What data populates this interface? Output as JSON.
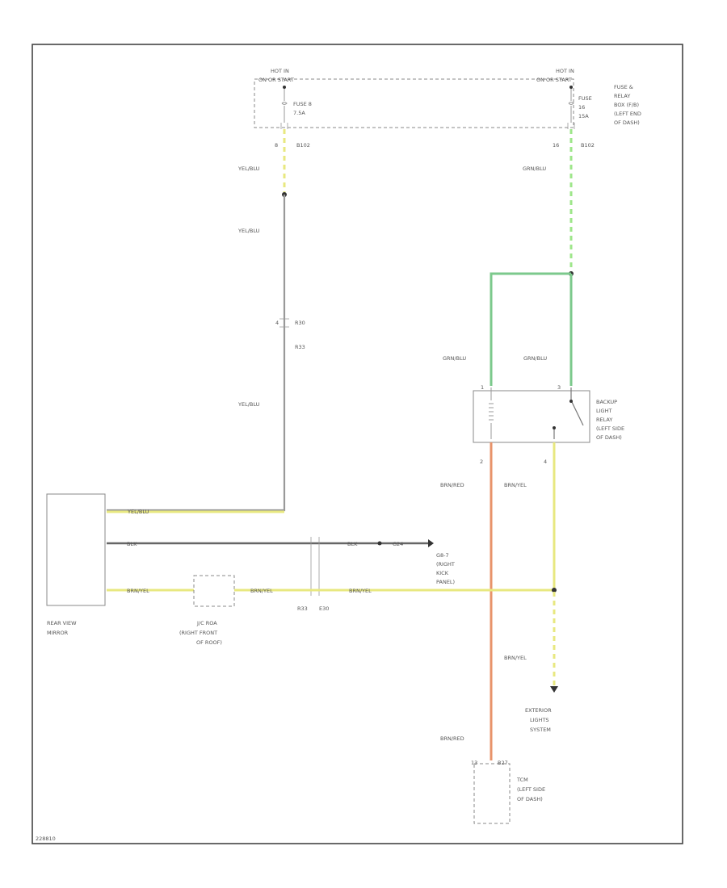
{
  "labels": {
    "hot_in_1": "HOT IN",
    "hot_in_1b": "ON OR START",
    "hot_in_2": "HOT IN",
    "hot_in_2b": "ON OR START",
    "fuse_a": "FUSE 8",
    "fuse_a_amp": "7.5A",
    "fuse_b": "FUSE",
    "fuse_b_num": "16",
    "fuse_b_amp": "15A",
    "fuse_relay_box": [
      "FUSE &",
      "RELAY",
      "BOX (F/B)",
      "(LEFT END",
      "OF DASH)"
    ],
    "pin_8": "8",
    "conn_b102": "B102",
    "pin_16": "16",
    "conn_b102b": "B102",
    "wire_yelblu_1": "YEL/BLU",
    "wire_yelblu_2": "YEL/BLU",
    "wire_yelblu_3": "YEL/BLU",
    "pin_4": "4",
    "conn_r30": "R30",
    "conn_r33": "R33",
    "wire_grnblu_1": "GRN/BLU",
    "wire_grnblu_2": "GRN/BLU",
    "wire_grnblu_3": "GRN/BLU",
    "pin_relay_1": "1",
    "pin_relay_3": "3",
    "pin_relay_2": "2",
    "pin_relay_4": "4",
    "relay_label": [
      "BACKUP",
      "LIGHT",
      "RELAY",
      "(LEFT SIDE",
      "OF DASH)"
    ],
    "wire_brnred_1": "BRN/RED",
    "wire_brnyel_1": "BRN/YEL",
    "wire_yelblu_mirror": "YEL/BLU",
    "wire_blk_1": "BLK",
    "wire_blk_2": "BLK",
    "ground": "G24",
    "ground_label": [
      "G8-7",
      "(RIGHT",
      "KICK",
      "PANEL)"
    ],
    "wire_brnyel_mirror": "BRN/YEL",
    "wire_brnyel_2": "BRN/YEL",
    "wire_brnyel_3": "BRN/YEL",
    "conn_r33b": "R33",
    "conn_e30": "E30",
    "rear_mirror": [
      "REAR VIEW",
      "MIRROR"
    ],
    "jc_label": [
      "J/C ROA",
      "(RIGHT FRONT",
      "OF ROOF)"
    ],
    "wire_brnyel_4": "BRN/YEL",
    "exterior_lights": [
      "EXTERIOR",
      "LIGHTS",
      "SYSTEM"
    ],
    "wire_brnred_2": "BRN/RED",
    "pin_tcm": "13",
    "conn_b27": "B27",
    "tcm_label": [
      "TCM",
      "(LEFT SIDE",
      "OF DASH)"
    ],
    "figure_id": "228810"
  }
}
